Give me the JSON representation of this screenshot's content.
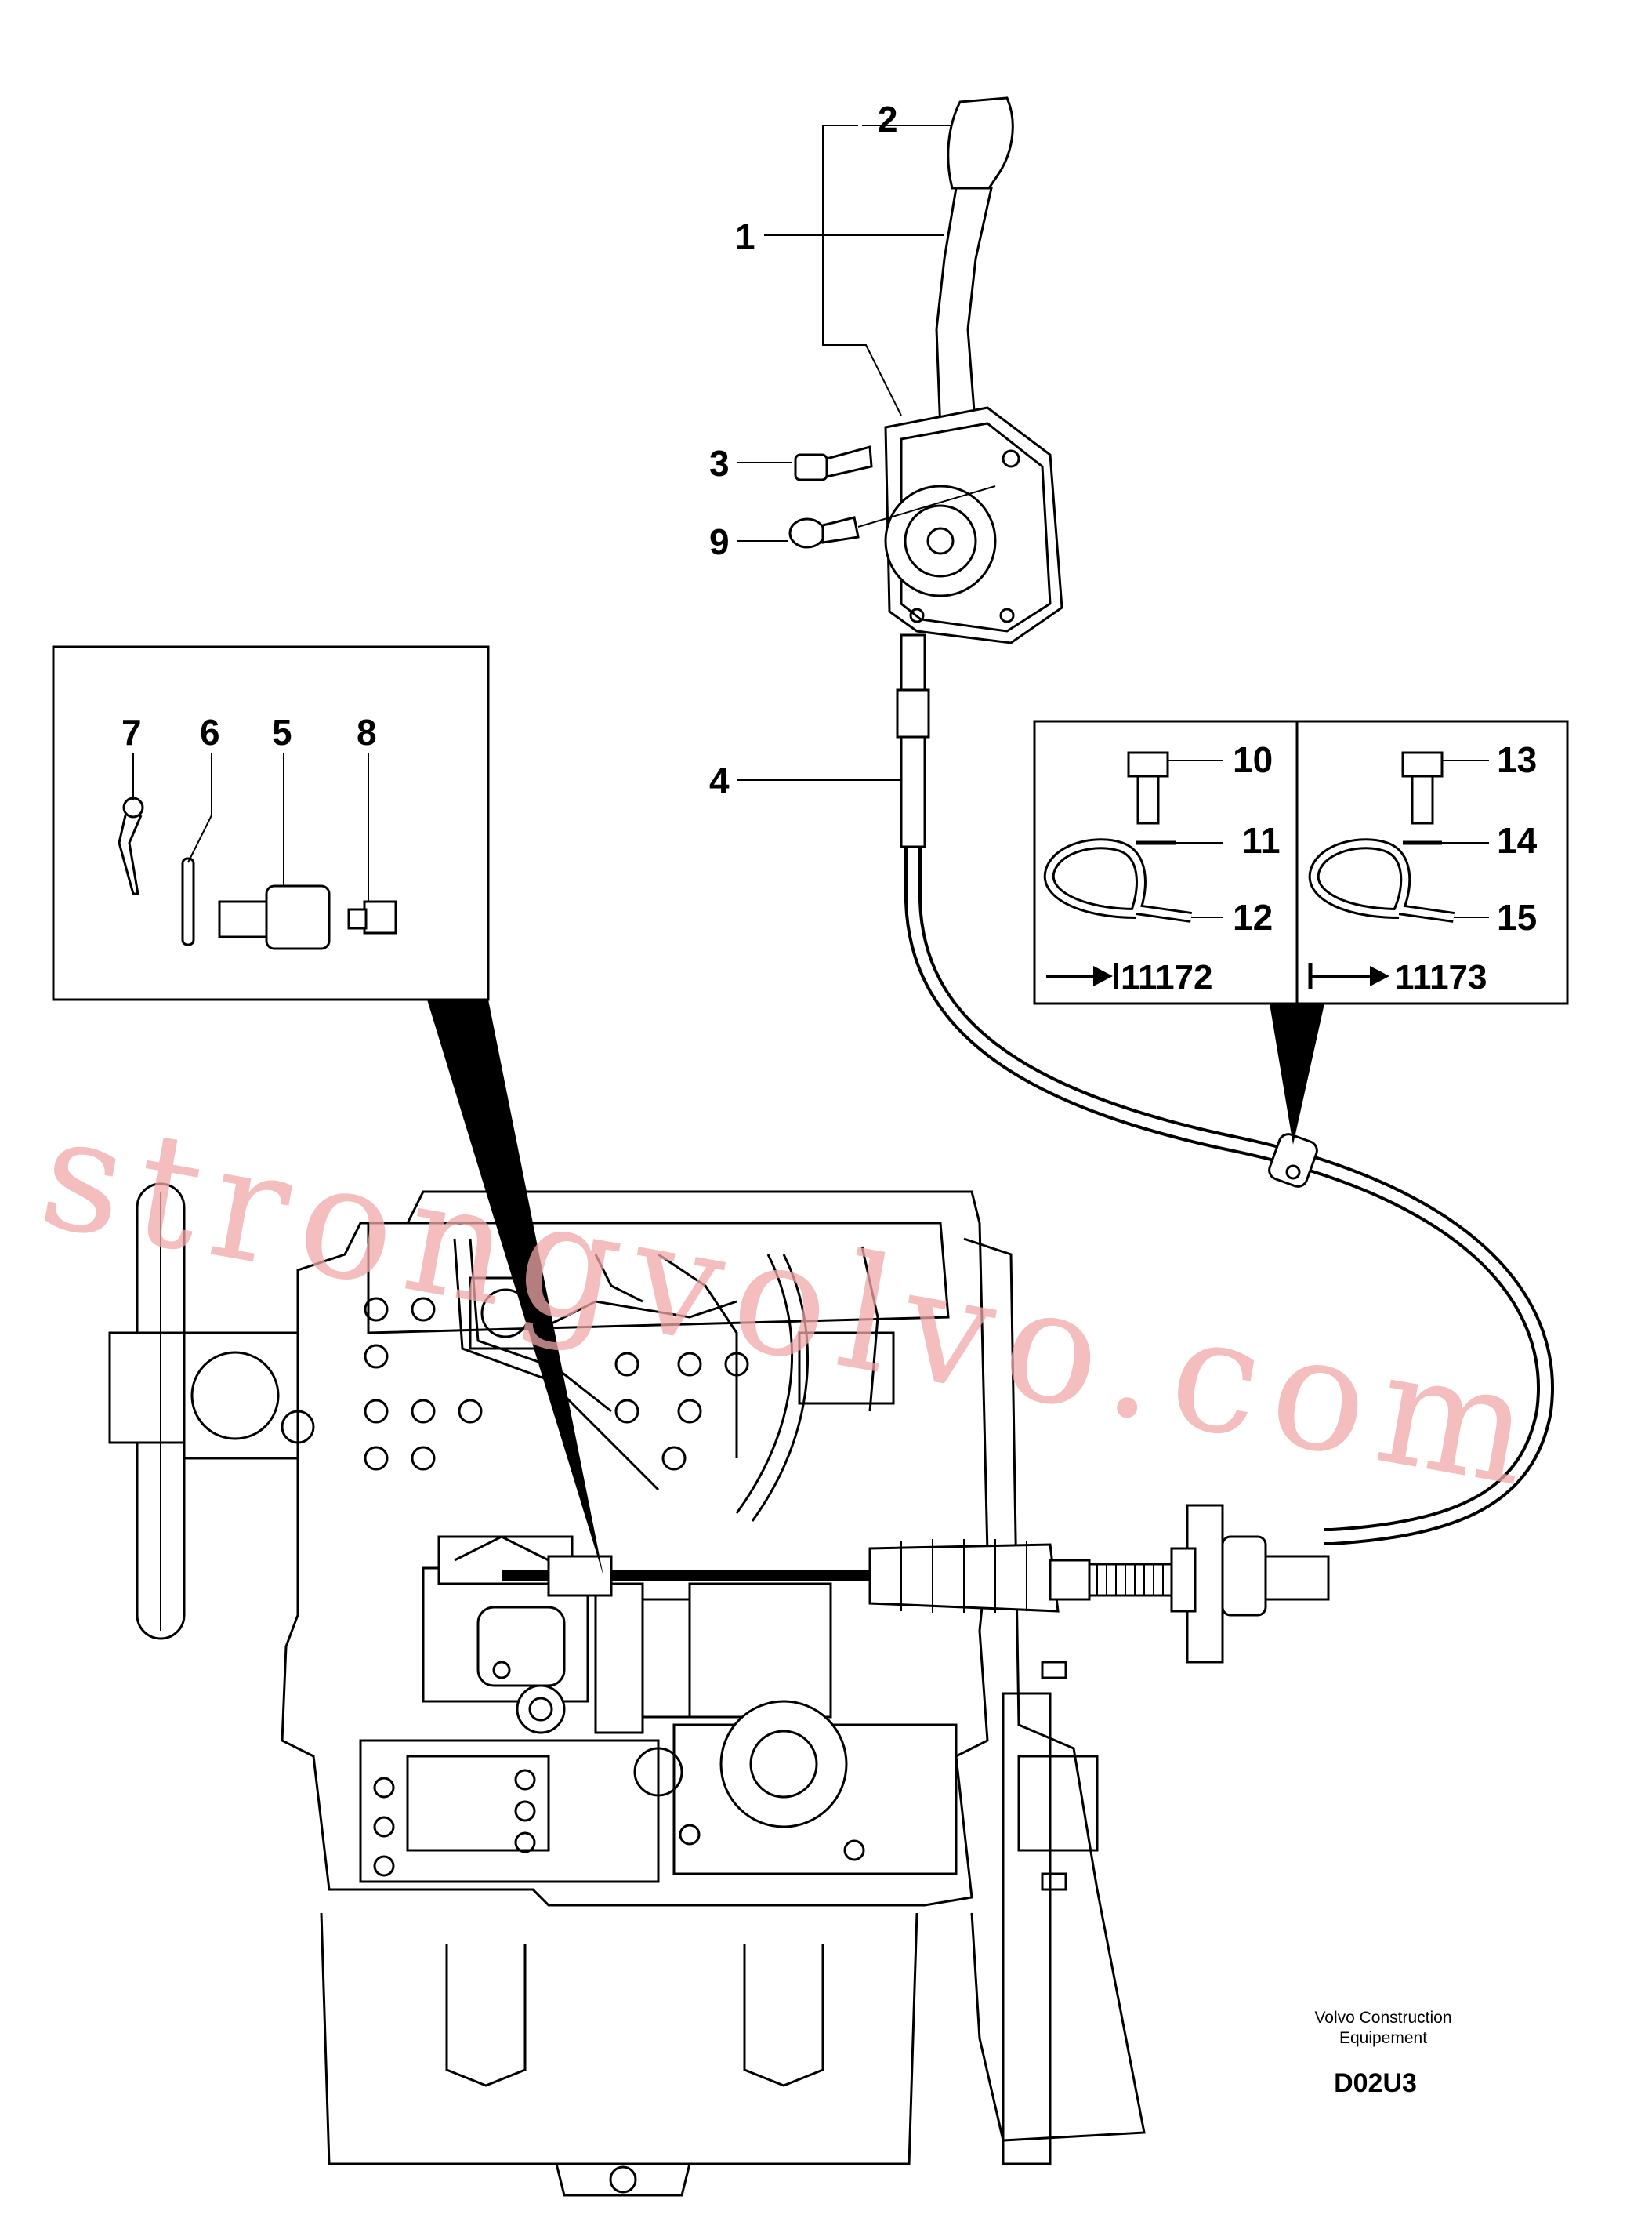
{
  "callouts": {
    "c1": "1",
    "c2": "2",
    "c3": "3",
    "c4": "4",
    "c5": "5",
    "c6": "6",
    "c7": "7",
    "c8": "8",
    "c9": "9",
    "c10": "10",
    "c11": "11",
    "c12": "12",
    "c13": "13",
    "c14": "14",
    "c15": "15"
  },
  "references": {
    "left": "11172",
    "right": "11173"
  },
  "footer": {
    "company_line1": "Volvo Construction",
    "company_line2": "Equipement",
    "drawing_code": "D02U3"
  },
  "watermark": "strongvolvo.com",
  "icons": [
    "arrow-to-bar-icon",
    "bar-to-arrow-icon"
  ]
}
